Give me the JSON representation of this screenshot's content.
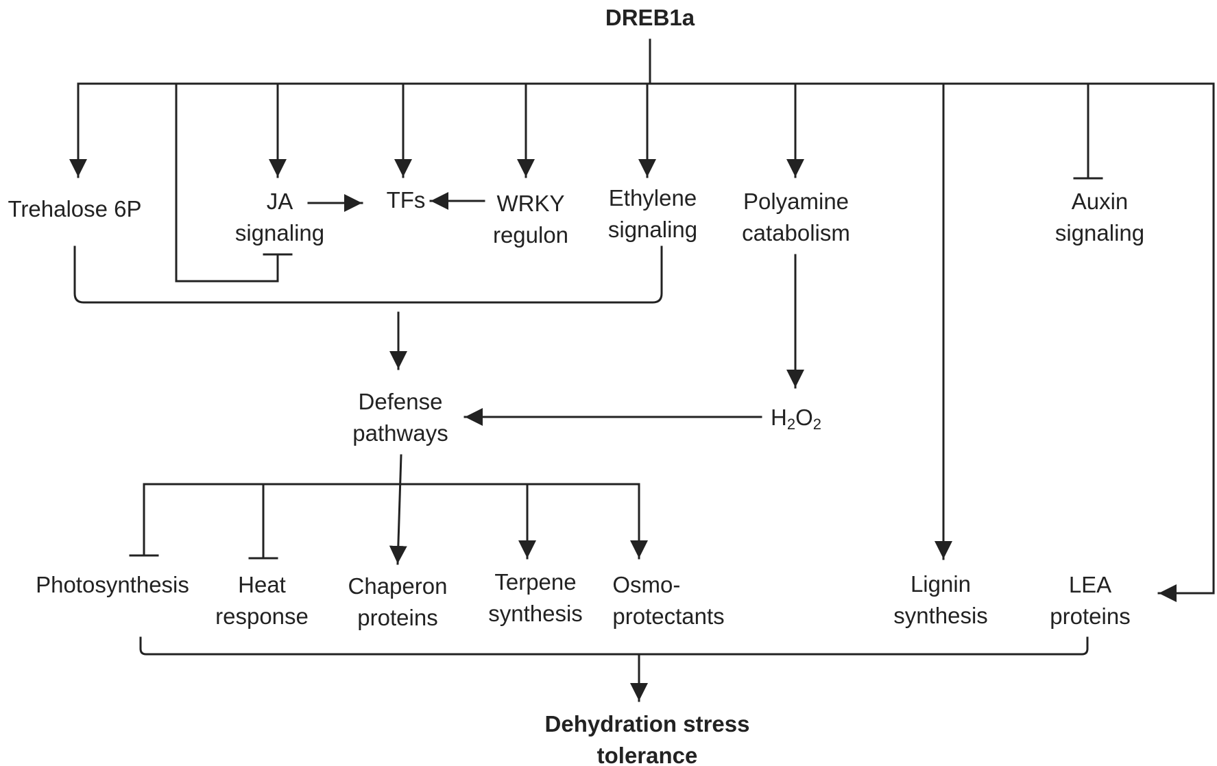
{
  "root": {
    "label": "DREB1a"
  },
  "outcome": {
    "line1": "Dehydration stress",
    "line2": "tolerance"
  },
  "nodes": {
    "trehalose": {
      "line1": "Trehalose 6P"
    },
    "ja": {
      "line1": "JA",
      "line2": "signaling"
    },
    "tfs": {
      "line1": "TFs"
    },
    "wrky": {
      "line1": "WRKY",
      "line2": "regulon"
    },
    "ethylene": {
      "line1": "Ethylene",
      "line2": "signaling"
    },
    "polyamine": {
      "line1": "Polyamine",
      "line2": "catabolism"
    },
    "auxin": {
      "line1": "Auxin",
      "line2": "signaling"
    },
    "defense": {
      "line1": "Defense",
      "line2": "pathways"
    },
    "h2o2": {
      "h": "H",
      "sub1": "2",
      "o": "O",
      "sub2": "2"
    },
    "photosynthesis": {
      "line1": "Photosynthesis"
    },
    "heat": {
      "line1": "Heat",
      "line2": "response"
    },
    "chaperon": {
      "line1": "Chaperon",
      "line2": "proteins"
    },
    "terpene": {
      "line1": "Terpene",
      "line2": "synthesis"
    },
    "osmo": {
      "line1": "Osmo-",
      "line2": "protectants"
    },
    "lignin": {
      "line1": "Lignin",
      "line2": "synthesis"
    },
    "lea": {
      "line1": "LEA",
      "line2": "proteins"
    }
  },
  "colors": {
    "line": "#222222",
    "text": "#222222",
    "background": "#ffffff"
  }
}
